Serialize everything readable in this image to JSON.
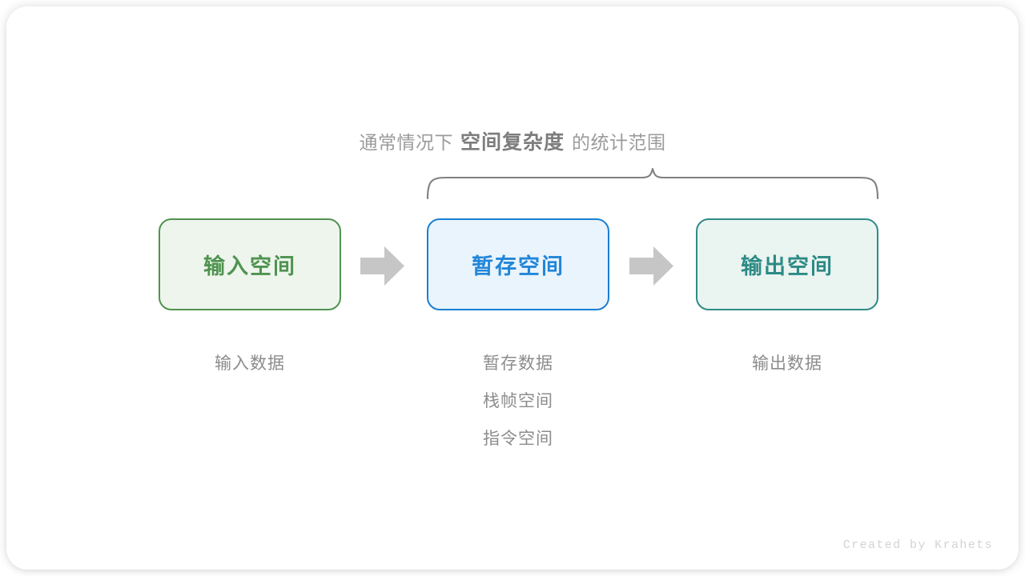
{
  "figure": {
    "headline": {
      "prefix": "通常情况下",
      "emphasis": "空间复杂度",
      "suffix": "的统计范围"
    },
    "brace": {
      "name": "curly-brace",
      "color": "#808080",
      "spans_from_box": "暂存空间",
      "spans_to_box": "输出空间"
    },
    "boxes": [
      {
        "id": "input",
        "label": "输入空间",
        "border_color": "#519351",
        "fill_color": "#eef5ec",
        "text_color": "#4f9350",
        "captions": [
          "输入数据"
        ]
      },
      {
        "id": "temp",
        "label": "暂存空间",
        "border_color": "#1b7fd3",
        "fill_color": "#e9f4fd",
        "text_color": "#2286d8",
        "captions": [
          "暂存数据",
          "栈帧空间",
          "指令空间"
        ]
      },
      {
        "id": "output",
        "label": "输出空间",
        "border_color": "#2f8c87",
        "fill_color": "#eaf4f1",
        "text_color": "#2d8a85",
        "captions": [
          "输出数据"
        ]
      }
    ],
    "arrows": [
      {
        "id": "arrow-1",
        "icon": "right-arrow-icon",
        "color": "#c6c6c6"
      },
      {
        "id": "arrow-2",
        "icon": "right-arrow-icon",
        "color": "#c6c6c6"
      }
    ],
    "watermark": "Created by Krahets"
  }
}
